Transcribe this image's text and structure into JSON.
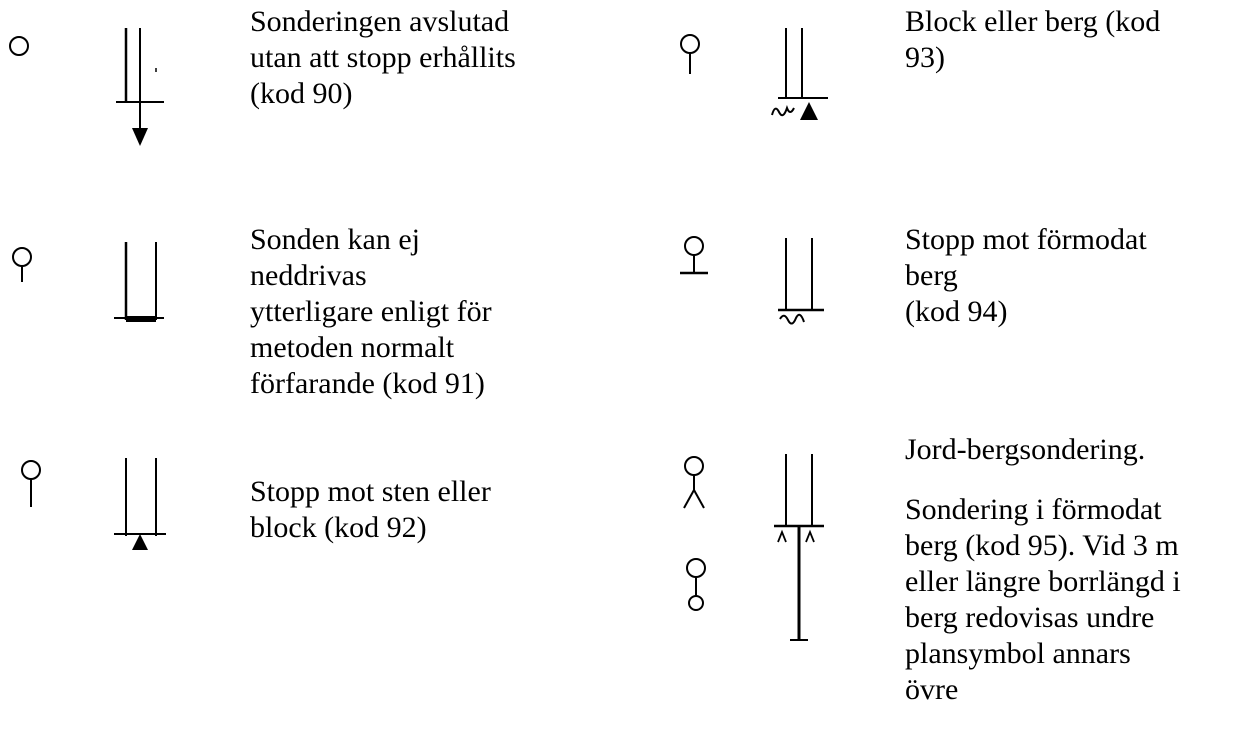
{
  "legend": {
    "entries": [
      {
        "code": "90",
        "lines": [
          "Sonderingen avslutad",
          "utan att stopp erhållits",
          "(kod 90)"
        ]
      },
      {
        "code": "91",
        "lines": [
          "Sonden kan ej",
          "neddrivas",
          "ytterligare enligt för",
          "metoden normalt",
          "förfarande (kod 91)"
        ]
      },
      {
        "code": "92",
        "lines": [
          "Stopp mot sten eller",
          "block (kod 92)"
        ]
      },
      {
        "code": "93",
        "lines": [
          "Block eller berg (kod",
          "93)"
        ]
      },
      {
        "code": "94",
        "lines": [
          "Stopp mot förmodat",
          "berg",
          "(kod 94)"
        ]
      },
      {
        "code": "95",
        "heading": "Jord-bergsondering.",
        "lines": [
          "Sondering i förmodat",
          "berg (kod 95). Vid 3 m",
          "eller längre borrlängd i",
          "berg redovisas undre",
          "plansymbol annars",
          "övre"
        ]
      }
    ]
  }
}
